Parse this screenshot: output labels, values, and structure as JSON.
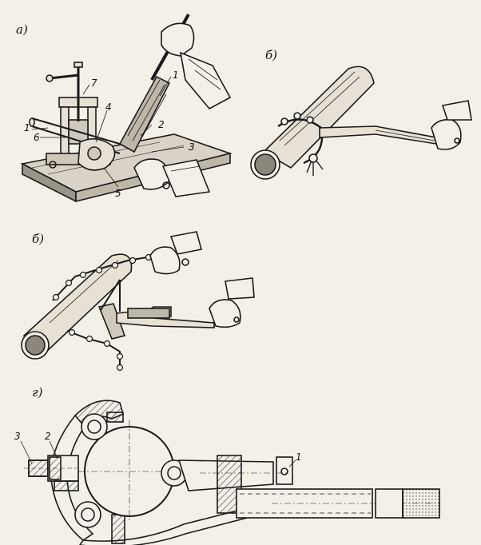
{
  "panels": {
    "a": "а)",
    "b": "б)",
    "v": "б)",
    "g": "г)"
  },
  "callouts_a": [
    "1",
    "7",
    "1",
    "4",
    "2",
    "6",
    "3",
    "5"
  ],
  "callouts_g": [
    "3",
    "2",
    "1"
  ],
  "colors": {
    "ink": "#1a1a1a",
    "paper": "#f3f0e8",
    "hatch": "#333333"
  }
}
